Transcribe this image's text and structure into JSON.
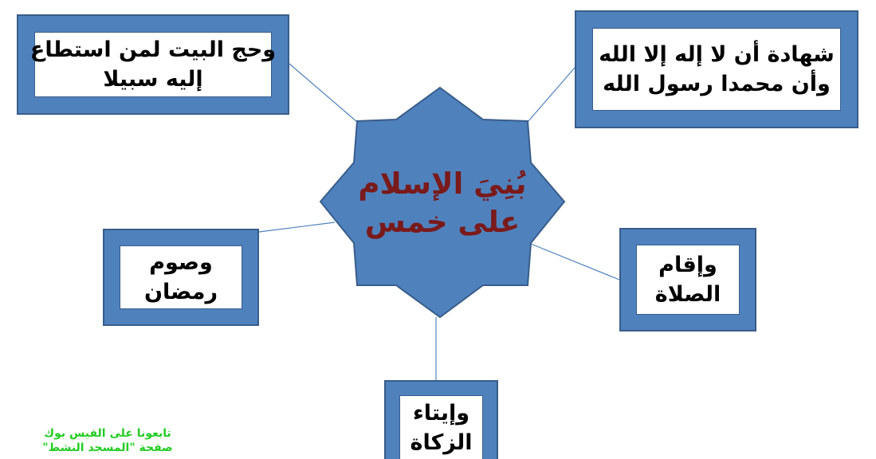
{
  "diagram": {
    "center": {
      "line1": "بُنِيَ الإسلام",
      "line2": "على خمس"
    },
    "pillars": {
      "shahada": {
        "line1": "شهادة أن لا إله إلا الله",
        "line2": "وأن محمدا رسول الله"
      },
      "salah": {
        "line1": "وإقام",
        "line2": "الصلاة"
      },
      "zakah": {
        "line1": "وإيتاء",
        "line2": "الزكاة"
      },
      "sawm": {
        "line1": "وصوم",
        "line2": "رمضان"
      },
      "hajj": {
        "line1": "وحج البيت لمن استطاع",
        "line2": "إليه سبيلا"
      }
    }
  },
  "footer": {
    "line1": "تابعونا على الفيس بوك",
    "line2": "صفحة \"المسجد النشط\""
  },
  "colors": {
    "star_fill": "#4f81bd",
    "star_stroke": "#385d8a",
    "box_frame": "#4f81bd",
    "center_text": "#7a1a1a",
    "footer_text": "#22cc22",
    "connector": "#4f81bd"
  }
}
